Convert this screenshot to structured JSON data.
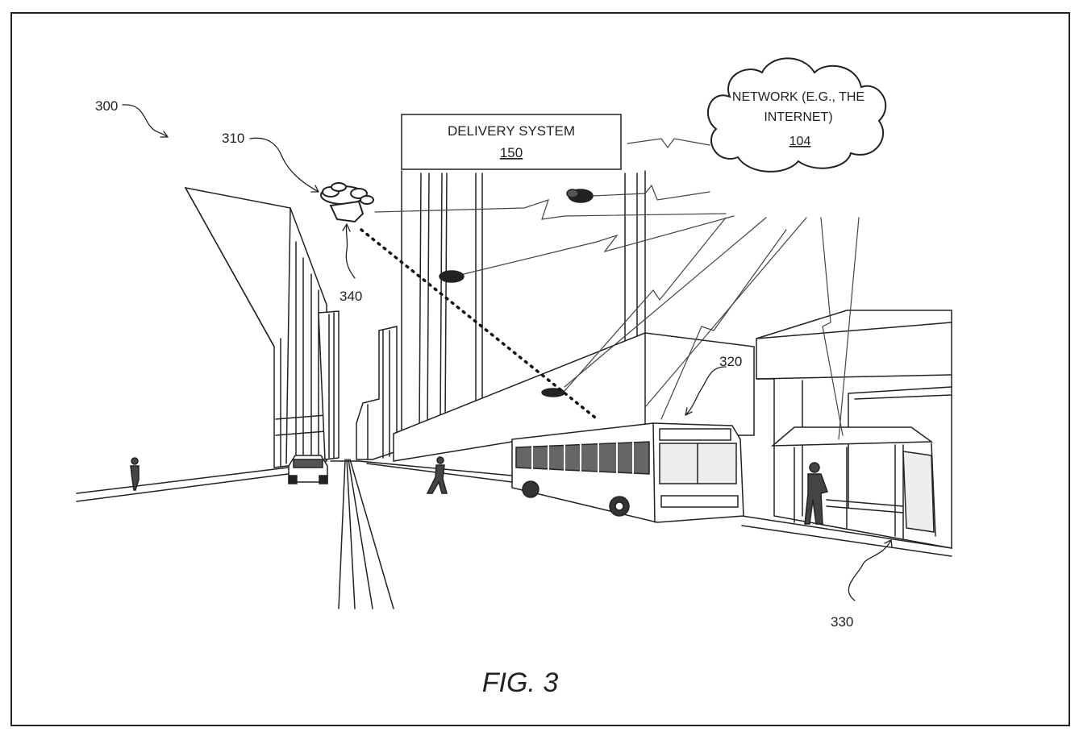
{
  "figure": {
    "caption": "FIG. 3",
    "reference_numerals": {
      "scene": "300",
      "drone": "310",
      "bus": "320",
      "bus_stop": "330",
      "package": "340"
    },
    "delivery_system": {
      "label": "DELIVERY SYSTEM",
      "number": "150"
    },
    "network": {
      "line1": "NETWORK (E.G., THE",
      "line2": "INTERNET)",
      "number": "104"
    }
  },
  "colors": {
    "stroke": "#222222",
    "background": "#ffffff"
  }
}
